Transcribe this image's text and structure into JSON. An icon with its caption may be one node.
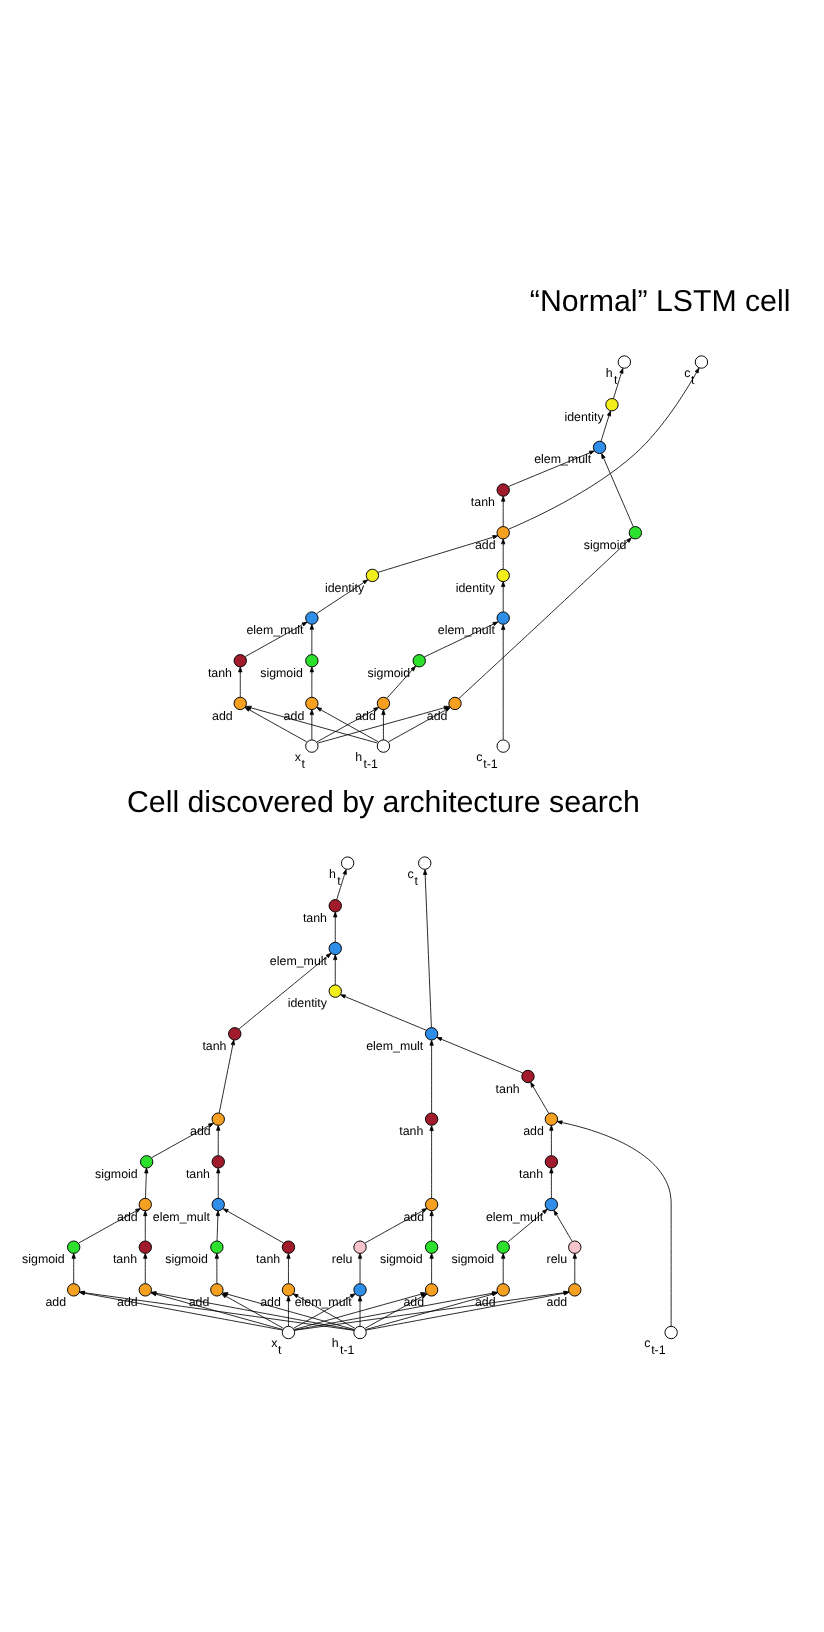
{
  "diagram": {
    "nodes": [
      {
        "text": [],
        "shape": "circle",
        "beside": [
          "h$_{t}$"
        ]
      },
      {
        "text": [],
        "shape": "circle",
        "beside": [
          "c$_{t}$"
        ]
      },
      {
        "text": [],
        "shape": "circle",
        "beside": [
          "identity"
        ]
      },
      {
        "text": [],
        "shape": "circle",
        "beside": [
          "elem_mult"
        ]
      },
      {
        "text": [],
        "shape": "circle",
        "beside": [
          "tanh"
        ]
      },
      {
        "text": [],
        "shape": "circle",
        "beside": [
          "sigmoid"
        ]
      },
      {
        "text": [],
        "shape": "circle",
        "beside": [
          "add"
        ]
      },
      {
        "text": [],
        "shape": "circle",
        "beside": [
          "identity"
        ]
      },
      {
        "text": [],
        "shape": "circle",
        "beside": [
          "elem_mult"
        ]
      },
      {
        "text": [],
        "shape": "circle",
        "beside": [
          "identity"
        ]
      },
      {
        "text": [],
        "shape": "circle",
        "beside": [
          "tanh"
        ]
      },
      {
        "text": [],
        "shape": "circle",
        "beside": [
          "sigmoid"
        ]
      },
      {
        "text": [],
        "shape": "circle",
        "beside": [
          "sigmoid"
        ]
      },
      {
        "text": [],
        "shape": "circle",
        "beside": [
          "elem_mult"
        ]
      },
      {
        "text": [],
        "shape": "circle",
        "beside": [
          "add"
        ]
      },
      {
        "text": [],
        "shape": "circle",
        "beside": [
          "add"
        ]
      },
      {
        "text": [],
        "shape": "circle",
        "beside": [
          "add"
        ]
      },
      {
        "text": [],
        "shape": "circle",
        "beside": [
          "add"
        ]
      },
      {
        "text": [],
        "shape": "circle",
        "beside": [
          "x$_{t}$"
        ]
      },
      {
        "text": [],
        "shape": "circle",
        "beside": [
          "h$_{t-1}$"
        ]
      },
      {
        "text": [],
        "shape": "circle",
        "beside": [
          "c$_{t-1}$"
        ]
      },
      {
        "text": [],
        "shape": "circle",
        "beside": [
          "h$_{t}$"
        ]
      },
      {
        "text": [],
        "shape": "circle",
        "beside": [
          "c$_{t}$"
        ]
      },
      {
        "text": [],
        "shape": "circle",
        "beside": [
          "tanh"
        ]
      },
      {
        "text": [],
        "shape": "circle",
        "beside": [
          "elem_mult"
        ]
      },
      {
        "text": [],
        "shape": "circle",
        "beside": [
          "tanh"
        ]
      },
      {
        "text": [],
        "shape": "circle",
        "beside": [
          "identity"
        ]
      },
      {
        "text": [],
        "shape": "circle",
        "beside": [
          "add"
        ]
      },
      {
        "text": [],
        "shape": "circle",
        "beside": [
          "elem_mult"
        ]
      },
      {
        "text": [],
        "shape": "circle",
        "beside": [
          "sigmoid"
        ]
      },
      {
        "text": [],
        "shape": "circle",
        "beside": [
          "tanh"
        ]
      },
      {
        "text": [],
        "shape": "circle",
        "beside": [
          "tanh"
        ]
      },
      {
        "text": [],
        "shape": "circle",
        "beside": [
          "tanh"
        ]
      },
      {
        "text": [],
        "shape": "circle",
        "beside": [
          "add"
        ]
      },
      {
        "text": [],
        "shape": "circle",
        "beside": [
          "add"
        ]
      },
      {
        "text": [],
        "shape": "circle",
        "beside": [
          "elem_mult"
        ]
      },
      {
        "text": [],
        "shape": "circle",
        "beside": [
          "add"
        ]
      },
      {
        "text": [],
        "shape": "circle",
        "beside": [
          "tanh"
        ]
      },
      {
        "text": [],
        "shape": "circle",
        "beside": [
          "elem_mult"
        ]
      },
      {
        "text": [],
        "shape": "circle",
        "beside": [
          "relu"
        ]
      },
      {
        "text": [],
        "shape": "circle",
        "beside": [
          "sigmoid"
        ]
      },
      {
        "text": [],
        "shape": "circle",
        "beside": [
          "tanh"
        ]
      },
      {
        "text": [],
        "shape": "circle",
        "beside": [
          "sigmoid"
        ]
      },
      {
        "text": [],
        "shape": "circle",
        "beside": [
          "sigmoid"
        ]
      },
      {
        "text": [],
        "shape": "circle",
        "beside": [
          "tanh"
        ]
      },
      {
        "text": [],
        "shape": "circle",
        "beside": [
          "sigmoid"
        ]
      },
      {
        "text": [],
        "shape": "circle",
        "beside": [
          "relu"
        ]
      },
      {
        "text": [],
        "shape": "circle",
        "beside": [
          "elem_mult"
        ]
      },
      {
        "text": [],
        "shape": "circle",
        "beside": [
          "add"
        ]
      },
      {
        "text": [],
        "shape": "circle",
        "beside": [
          "add"
        ]
      },
      {
        "text": [],
        "shape": "circle",
        "beside": [
          "add"
        ]
      },
      {
        "text": [],
        "shape": "circle",
        "beside": [
          "add"
        ]
      },
      {
        "text": [],
        "shape": "circle",
        "beside": [
          "add"
        ]
      },
      {
        "text": [],
        "shape": "circle",
        "beside": [
          "add"
        ]
      },
      {
        "text": [],
        "shape": "circle",
        "beside": [
          "add"
        ]
      },
      {
        "text": [],
        "shape": "circle",
        "beside": [
          "x$_{t}$"
        ]
      },
      {
        "text": [],
        "shape": "circle",
        "beside": [
          "h$_{t-1}$"
        ]
      },
      {
        "text": [],
        "shape": "circle",
        "beside": [
          "c$_{t-1}$"
        ]
      }
    ],
    "edges": [
      {
        "from": 2,
        "to": 0,
        "arrow": "to"
      },
      {
        "from": 3,
        "to": 2,
        "arrow": "to"
      },
      {
        "from": 5,
        "to": 3,
        "arrow": "to"
      },
      {
        "from": 4,
        "to": 3,
        "arrow": "to"
      },
      {
        "from": 6,
        "to": 4,
        "arrow": "to"
      },
      {
        "from": 6,
        "to": 1,
        "arrow": "to"
      },
      {
        "from": 7,
        "to": 6,
        "arrow": "to"
      },
      {
        "from": 9,
        "to": 6,
        "arrow": "to"
      },
      {
        "from": 8,
        "to": 7,
        "arrow": "to"
      },
      {
        "from": 10,
        "to": 8,
        "arrow": "to"
      },
      {
        "from": 11,
        "to": 8,
        "arrow": "to"
      },
      {
        "from": 13,
        "to": 9,
        "arrow": "to"
      },
      {
        "from": 12,
        "to": 13,
        "arrow": "to"
      },
      {
        "from": 20,
        "to": 13,
        "arrow": "to"
      },
      {
        "from": 14,
        "to": 5,
        "arrow": "to"
      },
      {
        "from": 15,
        "to": 10,
        "arrow": "to"
      },
      {
        "from": 16,
        "to": 11,
        "arrow": "to"
      },
      {
        "from": 17,
        "to": 12,
        "arrow": "to"
      },
      {
        "from": 18,
        "to": 14,
        "arrow": "to"
      },
      {
        "from": 18,
        "to": 15,
        "arrow": "to"
      },
      {
        "from": 18,
        "to": 16,
        "arrow": "to"
      },
      {
        "from": 18,
        "to": 17,
        "arrow": "to"
      },
      {
        "from": 19,
        "to": 14,
        "arrow": "to"
      },
      {
        "from": 19,
        "to": 15,
        "arrow": "to"
      },
      {
        "from": 19,
        "to": 16,
        "arrow": "to"
      },
      {
        "from": 19,
        "to": 17,
        "arrow": "to"
      },
      {
        "from": 23,
        "to": 21,
        "arrow": "to"
      },
      {
        "from": 24,
        "to": 23,
        "arrow": "to"
      },
      {
        "from": 28,
        "to": 22,
        "arrow": "to"
      },
      {
        "from": 25,
        "to": 24,
        "arrow": "to"
      },
      {
        "from": 26,
        "to": 24,
        "arrow": "to"
      },
      {
        "from": 28,
        "to": 26,
        "arrow": "to"
      },
      {
        "from": 27,
        "to": 25,
        "arrow": "to"
      },
      {
        "from": 29,
        "to": 27,
        "arrow": "to"
      },
      {
        "from": 30,
        "to": 27,
        "arrow": "to"
      },
      {
        "from": 31,
        "to": 28,
        "arrow": "to"
      },
      {
        "from": 32,
        "to": 28,
        "arrow": "to"
      },
      {
        "from": 33,
        "to": 29,
        "arrow": "to"
      },
      {
        "from": 35,
        "to": 30,
        "arrow": "to"
      },
      {
        "from": 34,
        "to": 31,
        "arrow": "to"
      },
      {
        "from": 36,
        "to": 32,
        "arrow": "to"
      },
      {
        "from": 37,
        "to": 36,
        "arrow": "to"
      },
      {
        "from": 57,
        "to": 36,
        "arrow": "to"
      },
      {
        "from": 38,
        "to": 37,
        "arrow": "to"
      },
      {
        "from": 40,
        "to": 33,
        "arrow": "to"
      },
      {
        "from": 41,
        "to": 33,
        "arrow": "to"
      },
      {
        "from": 39,
        "to": 34,
        "arrow": "to"
      },
      {
        "from": 42,
        "to": 34,
        "arrow": "to"
      },
      {
        "from": 43,
        "to": 35,
        "arrow": "to"
      },
      {
        "from": 44,
        "to": 35,
        "arrow": "to"
      },
      {
        "from": 45,
        "to": 38,
        "arrow": "to"
      },
      {
        "from": 46,
        "to": 38,
        "arrow": "to"
      },
      {
        "from": 47,
        "to": 39,
        "arrow": "to"
      },
      {
        "from": 48,
        "to": 40,
        "arrow": "to"
      },
      {
        "from": 49,
        "to": 41,
        "arrow": "to"
      },
      {
        "from": 50,
        "to": 42,
        "arrow": "to"
      },
      {
        "from": 51,
        "to": 43,
        "arrow": "to"
      },
      {
        "from": 52,
        "to": 44,
        "arrow": "to"
      },
      {
        "from": 53,
        "to": 45,
        "arrow": "to"
      },
      {
        "from": 54,
        "to": 46,
        "arrow": "to"
      },
      {
        "from": 55,
        "to": 47,
        "arrow": "to"
      },
      {
        "from": 55,
        "to": 48,
        "arrow": "to"
      },
      {
        "from": 55,
        "to": 49,
        "arrow": "to"
      },
      {
        "from": 55,
        "to": 50,
        "arrow": "to"
      },
      {
        "from": 55,
        "to": 51,
        "arrow": "to"
      },
      {
        "from": 55,
        "to": 52,
        "arrow": "to"
      },
      {
        "from": 55,
        "to": 53,
        "arrow": "to"
      },
      {
        "from": 55,
        "to": 54,
        "arrow": "to"
      },
      {
        "from": 56,
        "to": 47,
        "arrow": "to"
      },
      {
        "from": 56,
        "to": 48,
        "arrow": "to"
      },
      {
        "from": 56,
        "to": 49,
        "arrow": "to"
      },
      {
        "from": 56,
        "to": 50,
        "arrow": "to"
      },
      {
        "from": 56,
        "to": 51,
        "arrow": "to"
      },
      {
        "from": 56,
        "to": 52,
        "arrow": "to"
      },
      {
        "from": 56,
        "to": 53,
        "arrow": "to"
      },
      {
        "from": 56,
        "to": 54,
        "arrow": "to"
      }
    ],
    "labels": [
      "“Normal” LSTM cell",
      "Cell discovered by architecture search"
    ]
  }
}
